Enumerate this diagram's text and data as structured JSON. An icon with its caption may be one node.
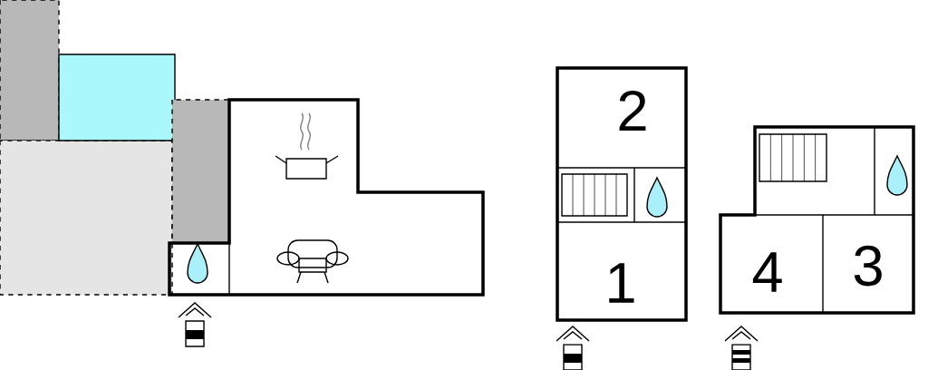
{
  "diagram": {
    "nodes": [
      {
        "text": [
          "2"
        ]
      },
      {
        "text": [
          "1"
        ]
      },
      {
        "text": [
          "4"
        ]
      },
      {
        "text": [
          "3"
        ]
      }
    ]
  }
}
